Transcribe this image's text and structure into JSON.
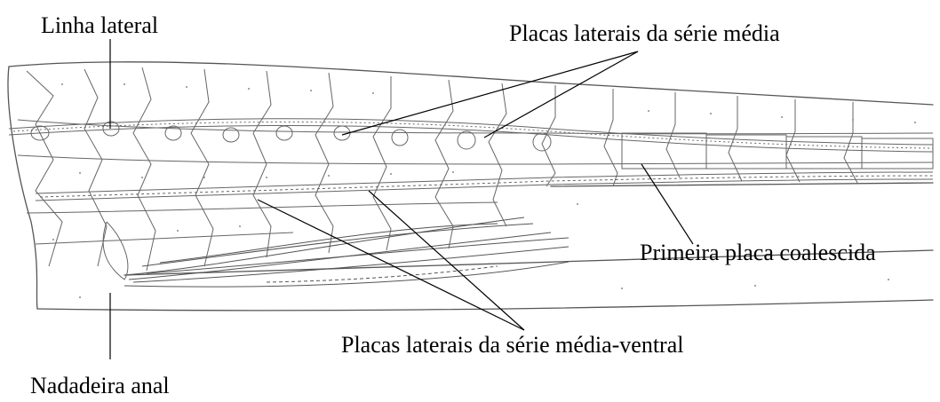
{
  "labels": {
    "linha_lateral": "Linha lateral",
    "serie_media": "Placas laterais da série média",
    "primeira_coalescida": "Primeira placa coalescida",
    "serie_media_ventral": "Placas laterais da série média-ventral",
    "nadadeira_anal": "Nadadeira anal"
  },
  "colors": {
    "ink": "#000000",
    "drawing": "#555555",
    "background": "#ffffff"
  }
}
